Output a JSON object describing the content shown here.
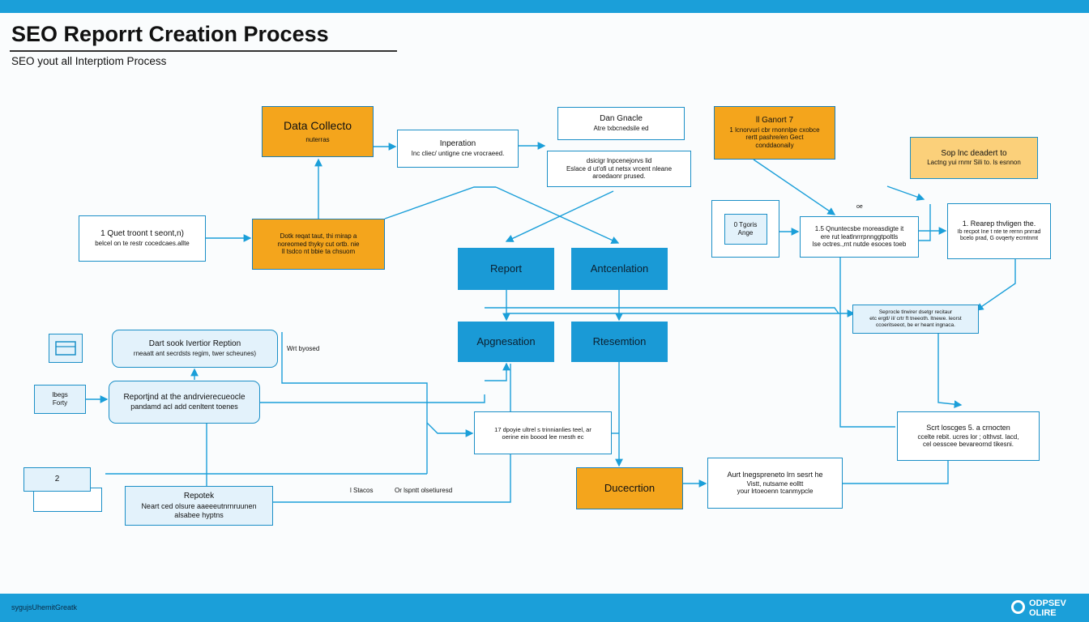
{
  "header": {
    "title": "SEO Reporrt Creation Process",
    "subtitle": "SEO yout all Interptiom Process"
  },
  "boxes": {
    "data_collecto": {
      "title": "Data Collecto",
      "lines": [
        "nuterras"
      ]
    },
    "inperation": {
      "title": "Inperation",
      "lines": [
        "Inc cliec/ untigne cne vrocraeed."
      ]
    },
    "dan_gnacle": {
      "title": "Dan Gnacle",
      "lines": [
        "Atre txbcnedsile ed"
      ]
    },
    "dsicigr": {
      "lines": [
        "dsicigr lnpcenejorvs lid",
        "Eslace d ut'ofi ut netsx vrcent nleane",
        "aroedaonr prused."
      ]
    },
    "ganort": {
      "title": "ll Ganort 7",
      "lines": [
        "1 lcnorvuri cbr rnonnlpe cxobce",
        "rertt pashre/en Gect",
        "conddaonaily"
      ]
    },
    "sop": {
      "title": "Sop lnc deadert to",
      "lines": [
        "Lactng yui rnmr Sili to. ls esnnon"
      ]
    },
    "quet": {
      "title": "1 Quet troont t seont,n)",
      "lines": [
        "belcel on te restr cocedcaes.allte"
      ]
    },
    "dotk": {
      "lines": [
        "Dotk reqat taut,  thi rnirap a",
        "noreomed thyky cut ortb. nie",
        "ll tsdco nt bbie ta chsuom"
      ]
    },
    "report": {
      "title": "Report"
    },
    "antcenlation": {
      "title": "Antcenlation"
    },
    "tgoris": {
      "lines": [
        "0 Tgoris",
        "Ange"
      ]
    },
    "qnuntecsbe": {
      "lines": [
        "1.5 Qnuntecsbe rnoreasdigte it",
        "ere rut leatlnrrrpnnggtpoltls",
        "lse octres.,rnt nutde esoces toeb"
      ]
    },
    "rearep": {
      "title": "1. Rearep thvligen the.",
      "lines": [
        "Ib recpot Ine t nte te rernn pnrrad",
        "bcelo prad, G ovqerty ecrntnmt"
      ]
    },
    "apgnesation": {
      "title": "Apgnesation"
    },
    "rtesemtion": {
      "title": "Rtesemtion"
    },
    "seprocle": {
      "lines": [
        "Seprocle tlrwirer dsetgr recitaur",
        "etc ergtl/ il/ crtr ft tneeoth. ltnewe. leorst",
        "ccoeritseeot, be er heant ingnaca."
      ]
    },
    "dart_sook": {
      "title": "Dart sook Ivertior Reption",
      "lines": [
        "rneaatt ant secrdsts regim, twer scheunes)"
      ]
    },
    "ibegs": {
      "lines": [
        "Ibegs",
        "Forty"
      ]
    },
    "reportjnd": {
      "title": "Reportjnd at the andrvierecueocle",
      "lines": [
        "pandamd acl add cenltent toenes"
      ]
    },
    "dpoyie": {
      "lines": [
        "17 dpoyie ultrel s trinnianlies teel, ar",
        "oerine ein boood lee rnesth ec"
      ]
    },
    "scrt": {
      "title": "Scrt loscges 5. a crnocten",
      "lines": [
        "ccelte rebit. ucres lor ; olthvst. lacd,",
        "cel oesscee bevareornd tikesni."
      ]
    },
    "stack": {
      "title": "2"
    },
    "repotek": {
      "title": "Repotek",
      "lines": [
        "Neart ced olsure aaeeeutnrnruunen",
        "alsabee hyptns"
      ]
    },
    "ducecrtion": {
      "title": "Ducecrtion"
    },
    "aurt": {
      "title": "Aurt lnegspreneto lrn sesrt he",
      "lines": [
        "Vistt, nutsame eolltt",
        "your lrtoeoenn tcanmypcle"
      ]
    }
  },
  "labels": {
    "wrt_byosed": "Wrt byosed",
    "stacos": "l Stacos",
    "lspntt": "Or lspntt olsetiuresd",
    "oe": "oe"
  },
  "footer": {
    "text": "sygujsUhemitGreatk",
    "logo_top": "ODPSEV",
    "logo_bottom": "OLIRE"
  },
  "colors": {
    "accent_blue": "#1b9fd9",
    "orange": "#f4a51c",
    "light_orange": "#fbd07a",
    "pale_blue": "#e3f2fb"
  },
  "icons": [
    "card-icon",
    "logo-mark-icon"
  ]
}
